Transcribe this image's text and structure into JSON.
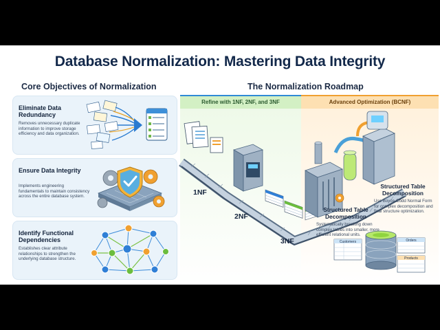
{
  "title": "Database Normalization: Mastering Data Integrity",
  "objectives": {
    "heading": "Core Objectives of Normalization",
    "cards": [
      {
        "title": "Eliminate Data Redundancy",
        "description": "Removes unnecessary duplicate information to improve storage efficiency and data organization."
      },
      {
        "title": "Ensure Data Integrity",
        "description": "Implements engineering fundamentals to maintain consistency across the entire database system."
      },
      {
        "title": "Identify Functional Dependencies",
        "description": "Establishes clear attribute relationships to strengthen the underlying database structure."
      }
    ]
  },
  "roadmap": {
    "heading": "The Normalization Roadmap",
    "phase_refine": "Refine with 1NF, 2NF, and 3NF",
    "phase_advanced": "Advanced Optimization (BCNF)",
    "stages": [
      "1NF",
      "2NF",
      "3NF"
    ],
    "callout_bcnf": {
      "title": "Structured Table Decomposition",
      "description": "Use Boyce-Codd Normal Form for complex decomposition and final structure optimization."
    },
    "callout_3nf": {
      "title": "Structured Table Decomposition",
      "description": "Systematically breaking down complex tables into smaller, more efficient relational units."
    },
    "tables": [
      "Customers",
      "Orders",
      "Products"
    ]
  },
  "colors": {
    "title": "#12284a",
    "refine_band": "#d3f0c4",
    "advanced_band": "#fde0b2",
    "card_bg": "#eaf3fa"
  }
}
